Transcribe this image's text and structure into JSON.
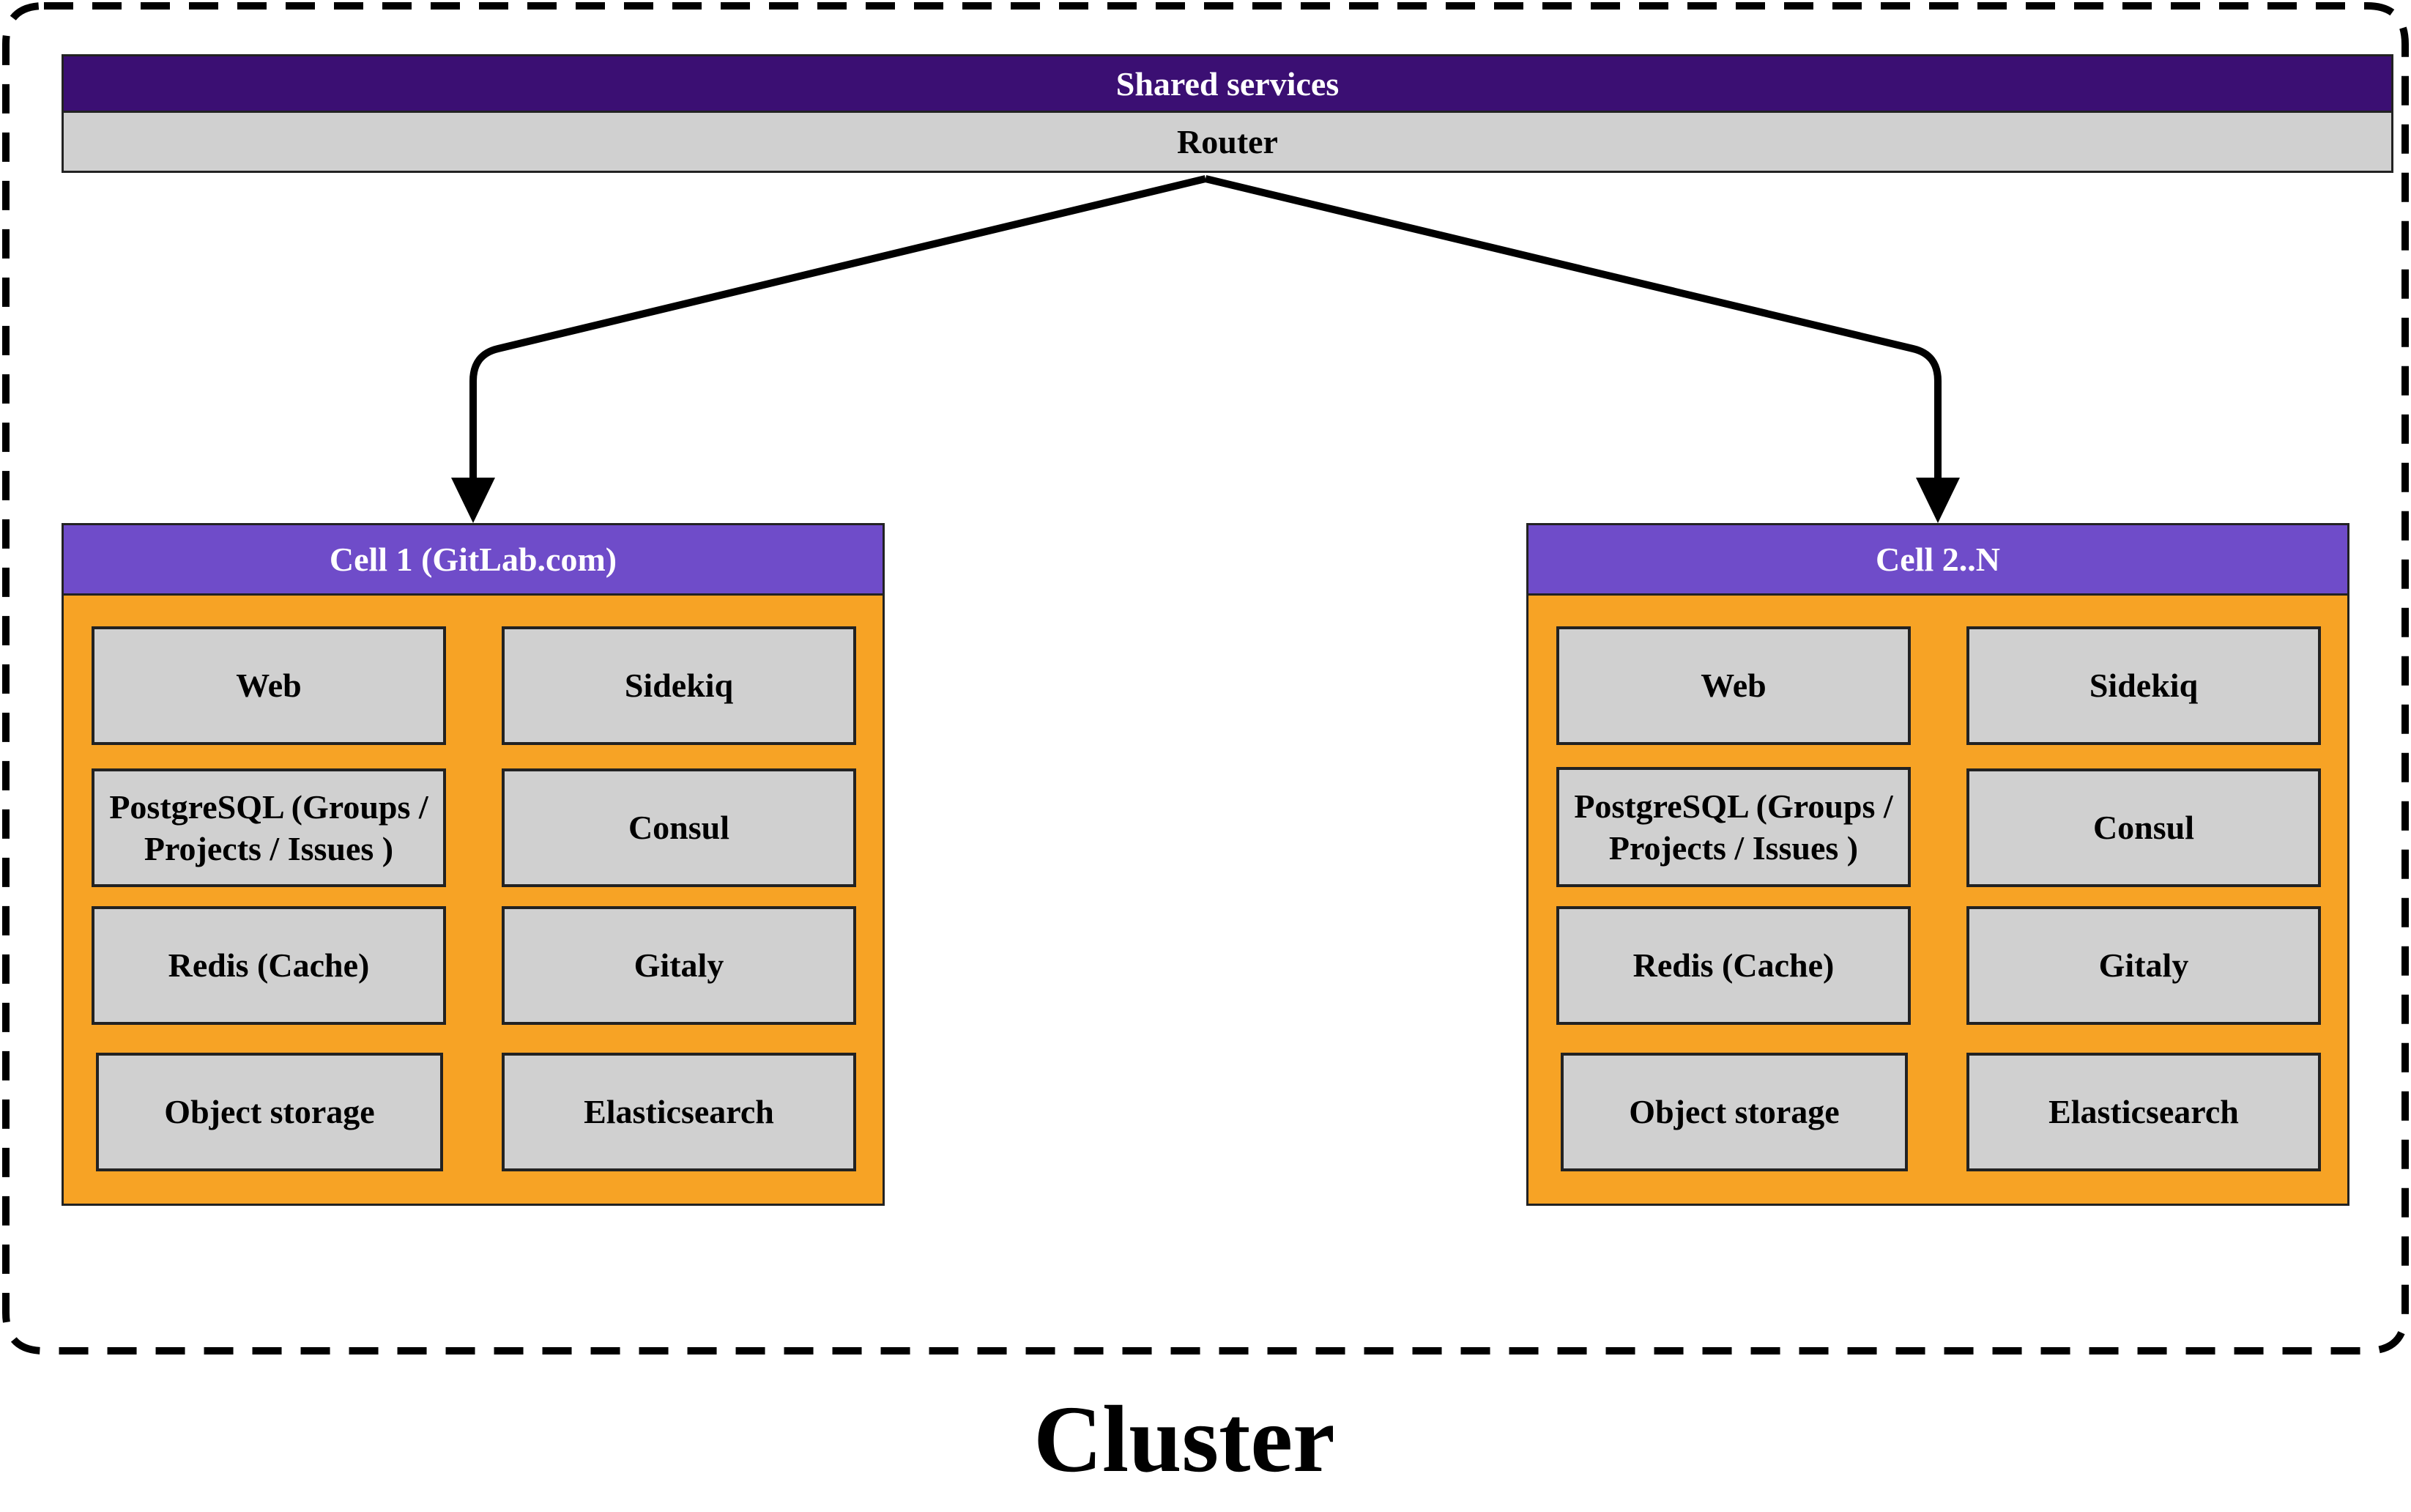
{
  "shared_services": {
    "title": "Shared services",
    "router": "Router"
  },
  "cells": [
    {
      "title": "Cell 1 (GitLab.com)",
      "components": [
        "Web",
        "Sidekiq",
        "PostgreSQL (Groups / Projects / Issues )",
        "Consul",
        "Redis (Cache)",
        "Gitaly",
        "Object storage",
        "Elasticsearch"
      ]
    },
    {
      "title": "Cell 2..N",
      "components": [
        "Web",
        "Sidekiq",
        "PostgreSQL (Groups / Projects / Issues )",
        "Consul",
        "Redis (Cache)",
        "Gitaly",
        "Object storage",
        "Elasticsearch"
      ]
    }
  ],
  "cluster_label": "Cluster",
  "colors": {
    "shared_header": "#3b0f73",
    "router": "#d0d0d0",
    "cell_header": "#6f4cc9",
    "cell_body": "#f7a325",
    "component": "#d0d0d0"
  }
}
